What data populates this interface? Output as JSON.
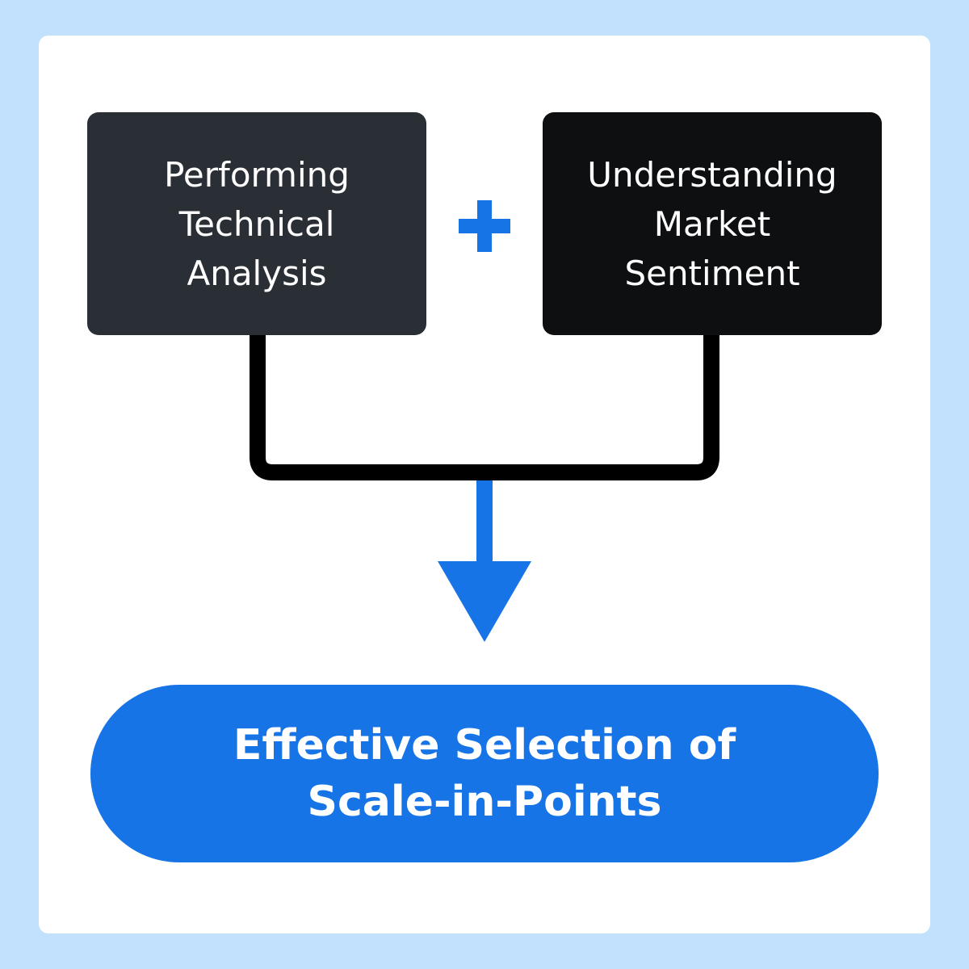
{
  "diagram": {
    "left_box": {
      "lines": [
        "Performing",
        "Technical",
        "Analysis"
      ]
    },
    "right_box": {
      "lines": [
        "Understanding",
        "Market",
        "Sentiment"
      ]
    },
    "operator_icon": "plus-icon",
    "arrow_icon": "down-arrow-icon",
    "outcome": {
      "lines": [
        "Effective Selection of",
        "Scale-in-Points"
      ]
    }
  },
  "colors": {
    "background": "#c1e1fd",
    "card": "#ffffff",
    "left_box": "#2a2f36",
    "right_box": "#0e0f11",
    "accent_blue": "#1774e6",
    "connector": "#000000"
  }
}
